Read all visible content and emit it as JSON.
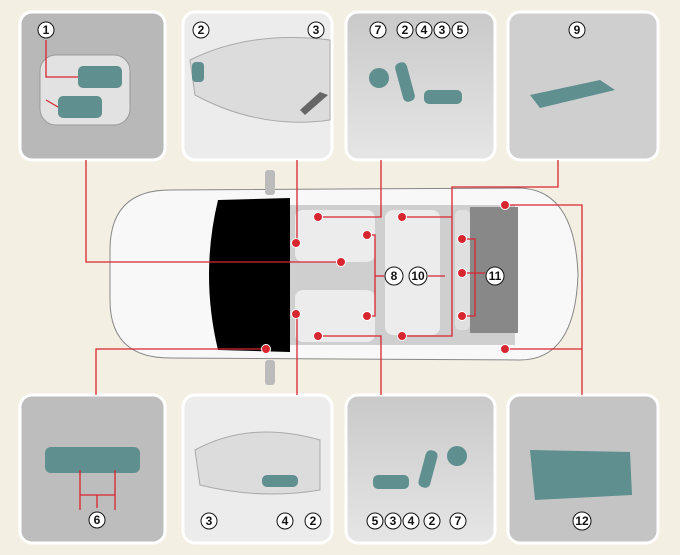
{
  "colors": {
    "background": "#f3efe3",
    "callout": "#d8262f",
    "panel": "#d9d9d9",
    "button": "#5f8f8f"
  },
  "top_panels": [
    {
      "name": "seat-heater-switch-panel",
      "labels": [
        "1"
      ]
    },
    {
      "name": "front-seat-side-panel",
      "labels": [
        "2",
        "3"
      ]
    },
    {
      "name": "power-seat-switch-panel",
      "labels": [
        "7",
        "2",
        "4",
        "3",
        "5"
      ]
    },
    {
      "name": "door-handle-panel",
      "labels": [
        "9"
      ]
    }
  ],
  "car_labels": [
    "8",
    "10",
    "11"
  ],
  "bottom_panels": [
    {
      "name": "rear-seat-heater-panel",
      "labels": [
        "6"
      ]
    },
    {
      "name": "passenger-seat-side-panel",
      "labels": [
        "3",
        "4",
        "2"
      ]
    },
    {
      "name": "passenger-power-seat-panel",
      "labels": [
        "5",
        "3",
        "4",
        "2",
        "7"
      ]
    },
    {
      "name": "trunk-lever-panel",
      "labels": [
        "12"
      ]
    }
  ]
}
